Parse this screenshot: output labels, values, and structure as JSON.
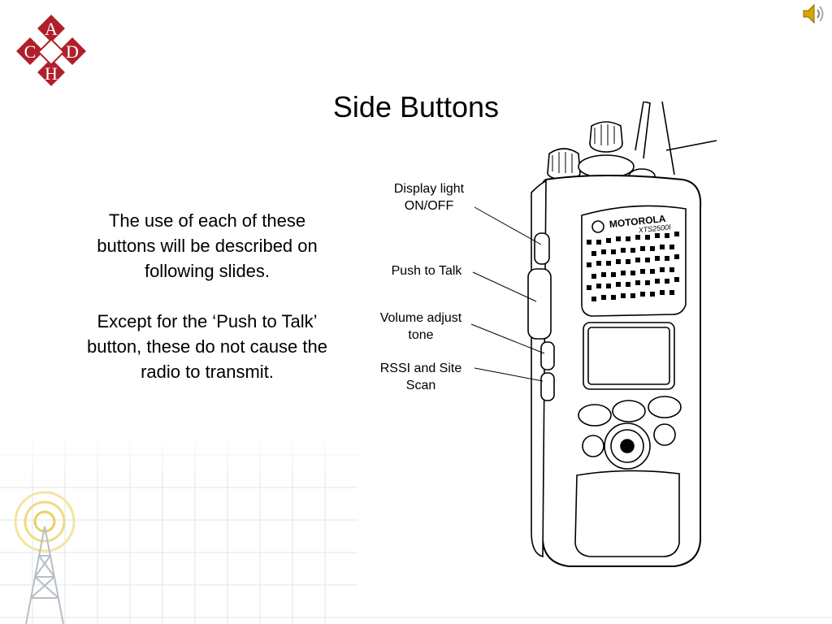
{
  "slide": {
    "title": "Side Buttons",
    "paragraphs": [
      "The use of each of these buttons will be described on following slides.",
      "Except for the ‘Push to Talk’ button, these do not cause the radio to transmit."
    ]
  },
  "logo": {
    "letters": [
      "A",
      "C",
      "D",
      "H"
    ],
    "color": "#b0202a"
  },
  "radio": {
    "brand": "MOTOROLA",
    "model": "XTS2500I",
    "callouts": [
      {
        "line1": "Display light",
        "line2": "ON/OFF"
      },
      {
        "line1": "Push to Talk",
        "line2": ""
      },
      {
        "line1": "Volume adjust",
        "line2": "tone"
      },
      {
        "line1": "RSSI and Site",
        "line2": "Scan"
      }
    ]
  },
  "icons": {
    "speaker": "speaker-icon",
    "tower": "radio-tower-icon"
  }
}
